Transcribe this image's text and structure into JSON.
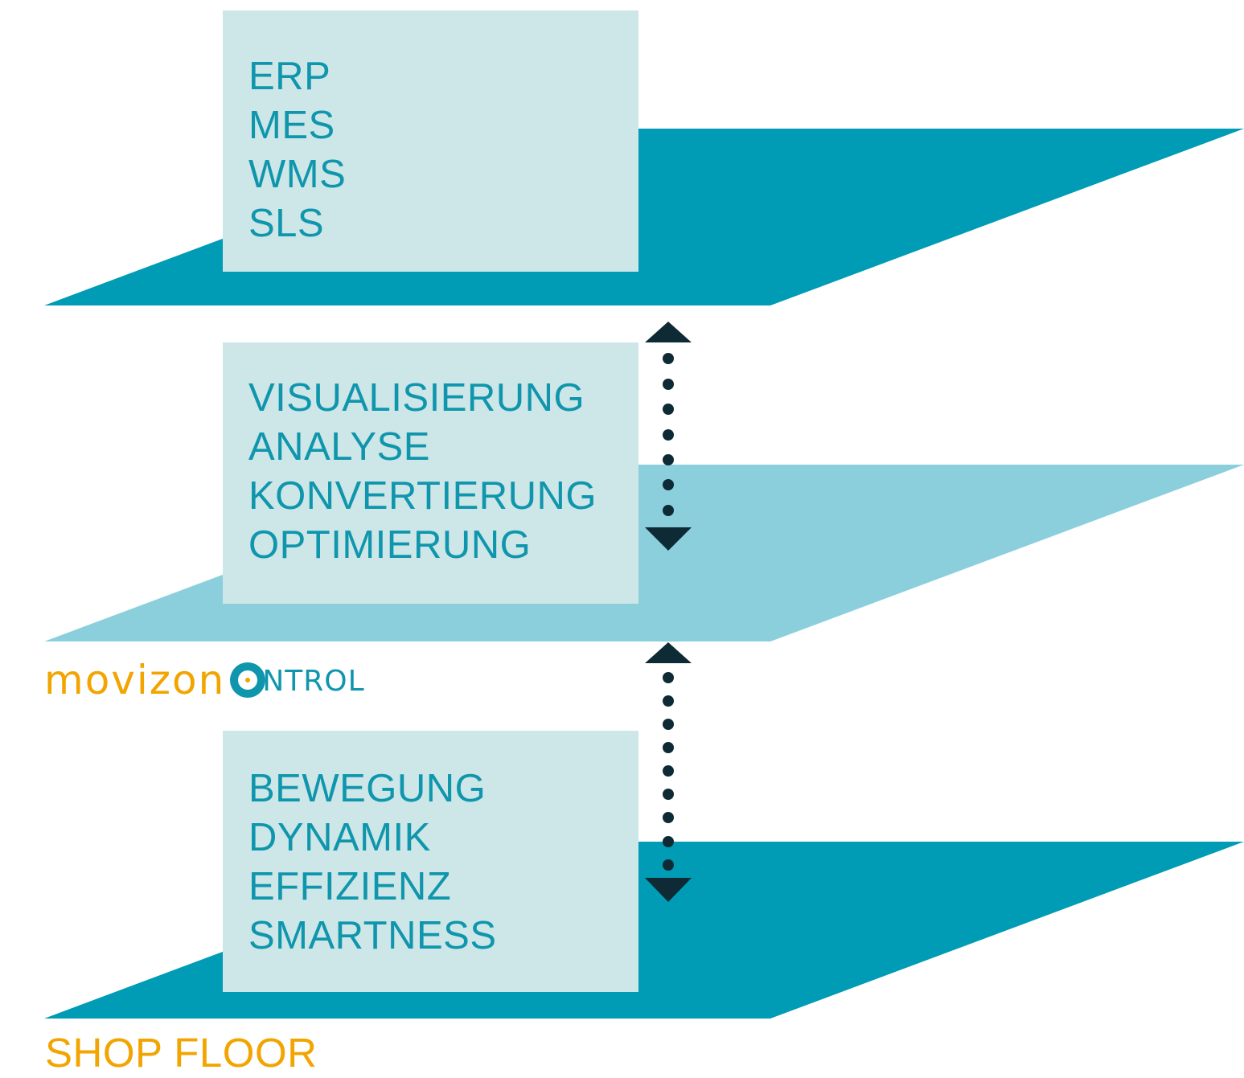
{
  "colors": {
    "plane_dark": "#009bb4",
    "plane_light": "#8bcfdd",
    "box_fill": "#cde6e7",
    "text_teal": "#0f96ad",
    "accent_orange": "#f2a400",
    "arrow_dark": "#0d2a35"
  },
  "layers": {
    "top": {
      "items": [
        "ERP",
        "MES",
        "WMS",
        "SLS"
      ]
    },
    "middle": {
      "items": [
        "VISUALISIERUNG",
        "ANALYSE",
        "KONVERTIERUNG",
        "OPTIMIERUNG"
      ]
    },
    "bottom": {
      "items": [
        "BEWEGUNG",
        "DYNAMIK",
        "EFFIZIENZ",
        "SMARTNESS"
      ]
    }
  },
  "logo": {
    "part1": "movizon",
    "part2": "NTROL"
  },
  "floor_label": "SHOP FLOOR"
}
